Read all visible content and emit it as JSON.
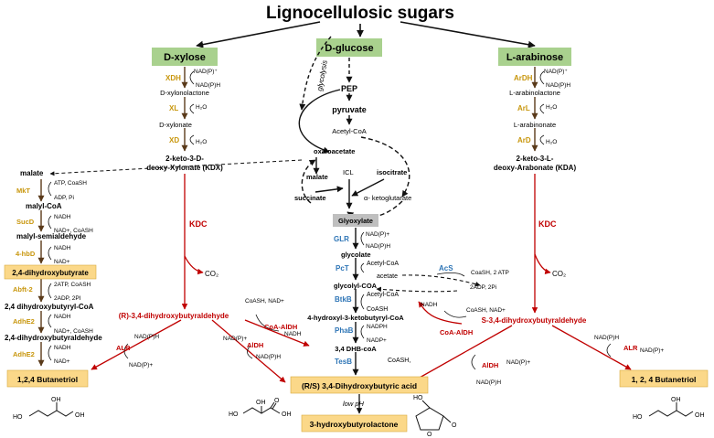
{
  "title": "Lignocellulosic sugars",
  "colors": {
    "green_box": "#a9d18e",
    "orange_box": "#fbd889",
    "gray_box": "#bfbfbf",
    "enzyme_gold": "#c8960c",
    "red": "#c00000",
    "blue": "#2e75b6"
  },
  "sugars": {
    "xylose": "D-xylose",
    "glucose": "D-glucose",
    "arabinose": "L-arabinose"
  },
  "xylose_path": {
    "e1": "XDH",
    "e1_in": "NAD(P)⁺",
    "e1_out": "NAD(P)H",
    "m1": "D-xylonolactone",
    "e2": "XL",
    "e2_c": "H₂O",
    "m2": "D-xylonate",
    "e3": "XD",
    "e3_c": "H₂O",
    "m3a": "2-keto-3-D-",
    "m3b": "deoxy-Xylonate (KDX)"
  },
  "arabinose_path": {
    "e1": "ArDH",
    "e1_in": "NAD(P)⁺",
    "e1_out": "NAD(P)H",
    "m1": "L-arabinolactone",
    "e2": "ArL",
    "e2_c": "H₂O",
    "m2": "L-arabinonate",
    "e3": "ArD",
    "e3_c": "H₂O",
    "m3a": "2-keto-3-L-",
    "m3b": "deoxy-Arabonate (KDA)"
  },
  "center": {
    "glycolysis": "glycolysis",
    "pep": "PEP",
    "pyruvate": "pyruvate",
    "acetyl_coa": "Acetyl-CoA",
    "oxaloacetate": "oxaloacetate",
    "malate": "malate",
    "icl": "ICL",
    "isocitrate": "isocitrate",
    "succinate": "succinate",
    "akg": "α- ketoglutarate",
    "glyoxylate": "Glyoxylate",
    "glr": "GLR",
    "glr_in": "NAD(P)+",
    "glr_out": "NAD(P)H",
    "glycolate": "glycolate",
    "pct": "PcT",
    "pct_c": "Acetyl-CoA",
    "acetate": "acetate",
    "acs": "AcS",
    "acs_in": "CoaSH, 2 ATP",
    "acs_out": "2ADP, 2Pi",
    "glycolyl_coa": "glycolyl-COA",
    "btkb": "BtkB",
    "btkb_c": "Acetyl-CoA",
    "btkb_out": "CoASH",
    "hkb": "4-hydroxyl-3-ketobutyryl-CoA",
    "phab": "PhaB",
    "phab_in": "NADPH",
    "phab_out": "NADP+",
    "dhb_coa": "3,4 DHB-coA",
    "tesb": "TesB",
    "tesb_c": "CoASH,"
  },
  "left_path": {
    "malate": "malate",
    "mkt": "MkT",
    "mkt_in": "ATP, CoaSH",
    "mkt_out": "ADP, Pi",
    "malyl_coa": "malyl-CoA",
    "sucd": "SucD",
    "sucd_in": "NADH",
    "sucd_out": "NAD+, CoASH",
    "malyl_sa": "malyl-semialdehyde",
    "hbd": "4-hbD",
    "hbd_in": "NADH",
    "hbd_out": "NAD+",
    "dhb": "2,4-dihydroxybutyrate",
    "abft": "Abft-2",
    "abft_in": "2ATP, CoASH",
    "abft_out": "2ADP, 2PI",
    "dhb_coa": "2,4 dihydroxybutyryl-CoA",
    "adhe1": "AdhE2",
    "adhe1_in": "NADH",
    "adhe1_out": "NAD+, CoASH",
    "dhbald": "2,4-dihydroxybutyraldehyde",
    "adhe2": "AdhE2",
    "adhe2_in": "NADH",
    "adhe2_out": "NAD+",
    "product": "1,2,4 Butanetriol"
  },
  "kdc_left": "KDC",
  "co2_left": "CO₂",
  "r_ald": "(R)-3,4-dihydroxybutyraldehyde",
  "alr_left": "ALR",
  "alr_left_in": "NAD(P)H",
  "alr_left_out": "NAD(P)+",
  "coa_aldh_left": "CoA-AlDH",
  "coa_aldh_left_in": "CoASH, NAD+",
  "coa_aldh_left_out": "NADH",
  "aldh_left": "AlDH",
  "aldh_left_in": "NAD(P)+",
  "aldh_left_out": "NAD(P)H",
  "kdc_right": "KDC",
  "co2_right": "CO₂",
  "s_ald": "S-3,4-dihydroxybutyraldehyde",
  "coa_aldh_right": "CoA-AlDH",
  "coa_aldh_right_in": "CoASH, NAD+",
  "coa_aldh_right_out": "NADH",
  "aldh_right": "AlDH",
  "aldh_right_in": "NAD(P)+",
  "aldh_right_out": "NAD(P)H",
  "alr_right": "ALR",
  "alr_right_in": "NAD(P)H",
  "alr_right_out": "NAD(P)+",
  "dhba": "(R/S) 3,4-Dihydroxybutyric acid",
  "low_ph": "low pH",
  "hbl": "3-hydroxybutyrolactone",
  "product_right": "1, 2, 4 Butanetriol",
  "struct_labels": {
    "ho": "HO",
    "oh": "OH",
    "o": "O"
  }
}
